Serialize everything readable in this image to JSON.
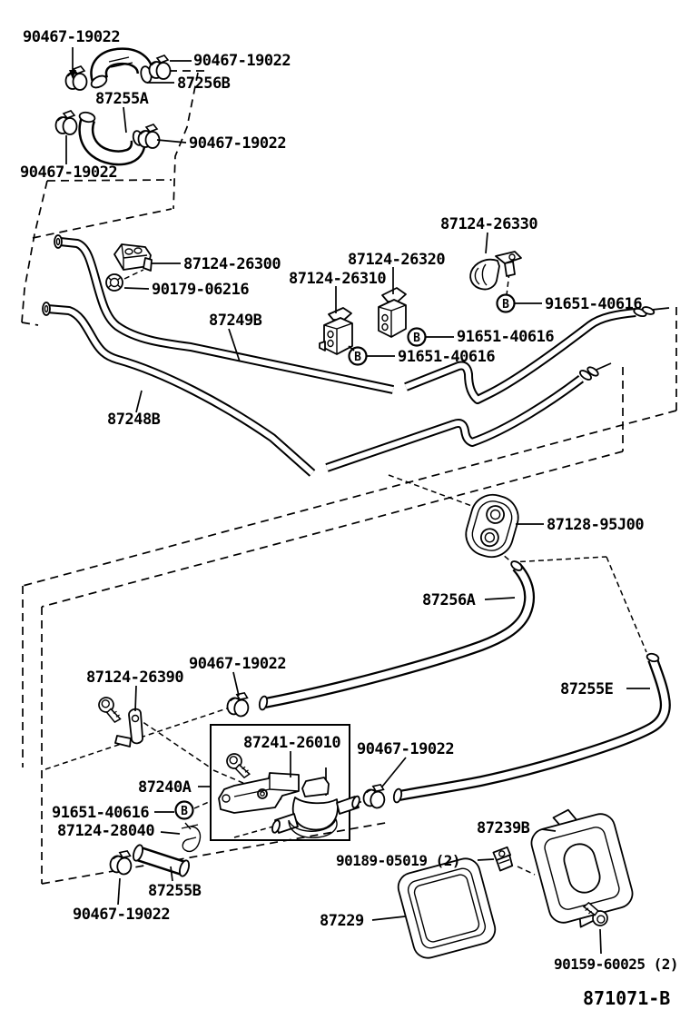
{
  "figure": {
    "number": "871071-B"
  },
  "symbols": {
    "bolt_circle_letter": "B"
  },
  "labels": [
    {
      "id": "clamp-top-left",
      "text": "90467-19022"
    },
    {
      "id": "clamp-top-right",
      "text": "90467-19022"
    },
    {
      "id": "hose-87256b",
      "text": "87256B"
    },
    {
      "id": "hose-87255a",
      "text": "87255A"
    },
    {
      "id": "clamp-mid-right",
      "text": "90467-19022"
    },
    {
      "id": "clamp-mid-left",
      "text": "90467-19022"
    },
    {
      "id": "clamp-bracket-26300",
      "text": "87124-26300"
    },
    {
      "id": "nut-90179",
      "text": "90179-06216"
    },
    {
      "id": "pipe-87249b",
      "text": "87249B"
    },
    {
      "id": "clamp-bracket-26310",
      "text": "87124-26310"
    },
    {
      "id": "clamp-bracket-26320",
      "text": "87124-26320"
    },
    {
      "id": "clamp-bracket-26330",
      "text": "87124-26330"
    },
    {
      "id": "bolt-91651-top",
      "text": "91651-40616"
    },
    {
      "id": "bolt-91651-mid",
      "text": "91651-40616"
    },
    {
      "id": "bolt-91651-low",
      "text": "91651-40616"
    },
    {
      "id": "pipe-87248b",
      "text": "87248B"
    },
    {
      "id": "grommet-87128",
      "text": "87128-95J00"
    },
    {
      "id": "hose-87256a",
      "text": "87256A"
    },
    {
      "id": "hose-87255e",
      "text": "87255E"
    },
    {
      "id": "bracket-26390",
      "text": "87124-26390"
    },
    {
      "id": "clamp-87256a",
      "text": "90467-19022"
    },
    {
      "id": "water-valve-87241",
      "text": "87241-26010"
    },
    {
      "id": "clamp-87255e",
      "text": "90467-19022"
    },
    {
      "id": "valve-assy-87240a",
      "text": "87240A"
    },
    {
      "id": "bolt-91651-valve",
      "text": "91651-40616"
    },
    {
      "id": "hook-clamp-28040",
      "text": "87124-28040"
    },
    {
      "id": "hose-87255b",
      "text": "87255B"
    },
    {
      "id": "clamp-87255b",
      "text": "90467-19022"
    },
    {
      "id": "register-87239b",
      "text": "87239B"
    },
    {
      "id": "clip-90189",
      "text": "90189-05019 (2)"
    },
    {
      "id": "packing-87229",
      "text": "87229"
    },
    {
      "id": "screw-90159",
      "text": "90159-60025 (2)"
    }
  ]
}
